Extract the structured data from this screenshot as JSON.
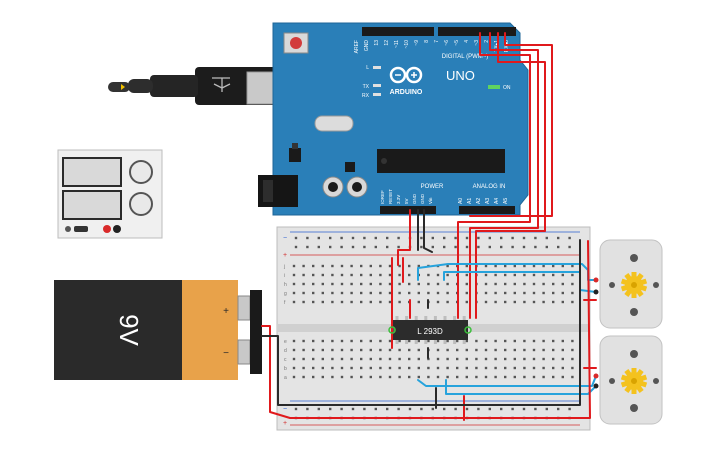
{
  "arduino": {
    "logo_text": "ARDUINO",
    "model": "UNO",
    "digital_label": "DIGITAL (PWM~)",
    "power_label": "POWER",
    "analog_label": "ANALOG IN",
    "on_label": "ON",
    "led_labels": [
      "L",
      "TX",
      "RX"
    ],
    "top_pins": [
      "AREF",
      "GND",
      "13",
      "12",
      "~11",
      "~10",
      "~9",
      "8",
      "7",
      "~6",
      "~5",
      "4",
      "~3",
      "2",
      "TX▸1",
      "RX◂0"
    ],
    "power_pins": [
      "IOREF",
      "RESET",
      "3.3V",
      "5V",
      "GND",
      "GND",
      "Vin"
    ],
    "analog_pins": [
      "A0",
      "A1",
      "A2",
      "A3",
      "A4",
      "A5"
    ]
  },
  "chip": {
    "label": "L 293D"
  },
  "battery": {
    "voltage_label": "9V",
    "plus": "+",
    "minus": "−"
  },
  "breadboard": {
    "row_letters_top": [
      "j",
      "i",
      "h",
      "g",
      "f"
    ],
    "row_letters_bottom": [
      "e",
      "d",
      "c",
      "b",
      "a"
    ],
    "rail_plus": "+",
    "rail_minus": "−"
  },
  "colors": {
    "board_blue": "#2a7fb8",
    "wire_red": "#e0191c",
    "wire_blue": "#27a3dc",
    "wire_black": "#2a2a2a",
    "battery_orange": "#e8a24a",
    "motor_gray": "#e1e1e1",
    "gear_yellow": "#f4c21e"
  },
  "icons": [
    "usb-plug-icon",
    "arduino-infinity-logo-icon",
    "gear-icon",
    "dc-motor-icon",
    "power-supply-icon"
  ]
}
